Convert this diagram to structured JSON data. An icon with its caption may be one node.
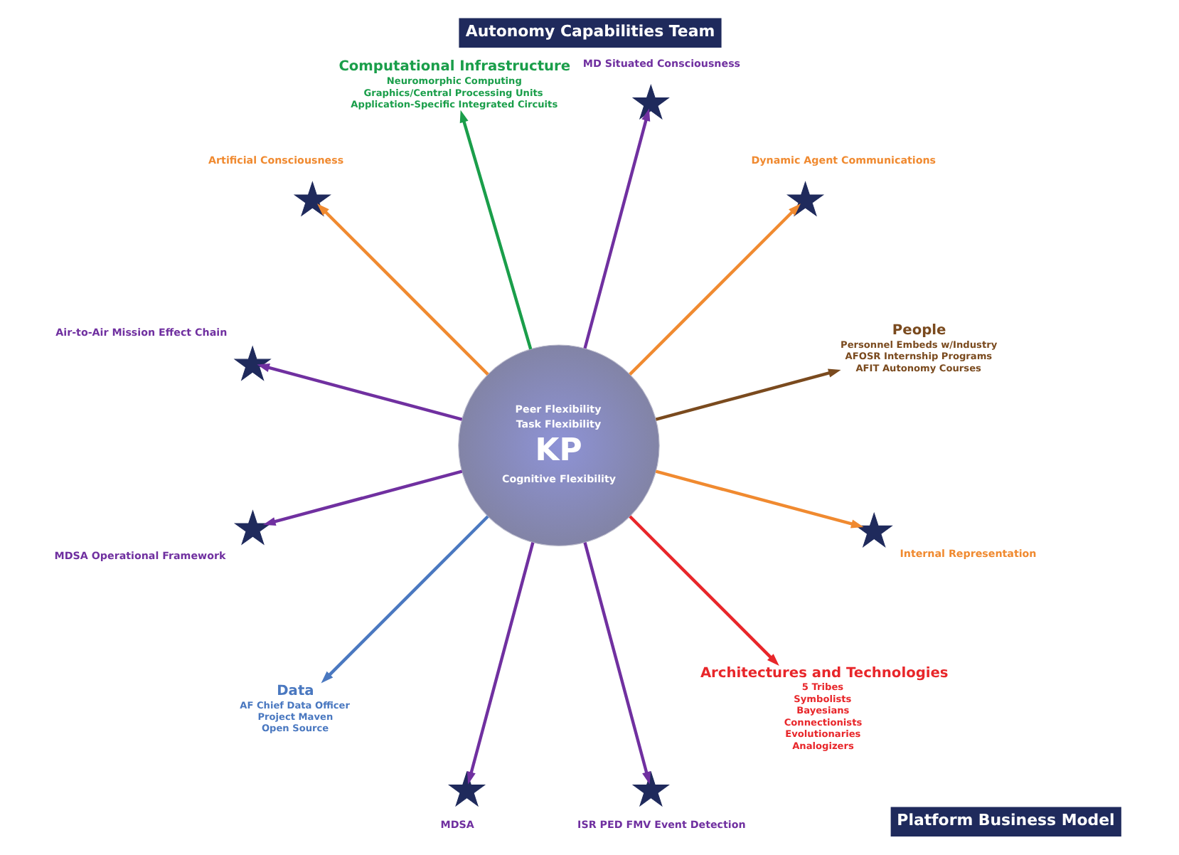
{
  "diagram": {
    "title": "Autonomy Capabilities Team",
    "caption": "Platform Business Model",
    "nodes": [
      {
        "text": [
          "Peer Flexibility",
          "Task Flexibility",
          "KP",
          "Cognitive Flexibility"
        ]
      },
      {
        "text": [
          "People",
          "Personnel Embeds w/Industry",
          "AFOSR Internship Programs",
          "AFIT Autonomy Courses"
        ]
      },
      {
        "text": [],
        "shape": "star",
        "beside": [
          "Dynamic Agent Communications"
        ]
      },
      {
        "text": [],
        "shape": "star",
        "beside": [
          "MD Situated Consciousness"
        ]
      },
      {
        "text": [
          "Computational Infrastructure",
          "Neuromorphic Computing",
          "Graphics/Central Processing Units",
          "Application-Specific Integrated Circuits"
        ]
      },
      {
        "text": [],
        "shape": "star",
        "beside": [
          "Artificial Consciousness"
        ]
      },
      {
        "text": [],
        "shape": "star",
        "beside": [
          "Air-to-Air Mission Effect Chain"
        ]
      },
      {
        "text": [],
        "shape": "star",
        "beside": [
          "MDSA Operational Framework"
        ]
      },
      {
        "text": [
          "Data",
          "AF Chief Data Officer",
          "Project Maven",
          "Open Source"
        ]
      },
      {
        "text": [],
        "shape": "star",
        "beside": [
          "MDSA"
        ]
      },
      {
        "text": [],
        "shape": "star",
        "beside": [
          "ISR PED FMV Event Detection"
        ]
      },
      {
        "text": [
          "Architectures and Technologies",
          "5 Tribes",
          "Symbolists",
          "Bayesians",
          "Connectionists",
          "Evolutionaries",
          "Analogizers"
        ]
      },
      {
        "text": [],
        "shape": "star",
        "beside": [
          "Internal Representation"
        ]
      }
    ],
    "edges": [
      {
        "from": 0,
        "to": 1,
        "arrow": "to",
        "color": "#7a4a1e"
      },
      {
        "from": 0,
        "to": 2,
        "arrow": "to",
        "color": "#f08a30"
      },
      {
        "from": 0,
        "to": 3,
        "arrow": "to",
        "color": "#7030a0"
      },
      {
        "from": 0,
        "to": 4,
        "arrow": "to",
        "color": "#1a9e4a"
      },
      {
        "from": 0,
        "to": 5,
        "arrow": "to",
        "color": "#f08a30"
      },
      {
        "from": 0,
        "to": 6,
        "arrow": "to",
        "color": "#7030a0"
      },
      {
        "from": 0,
        "to": 7,
        "arrow": "to",
        "color": "#7030a0"
      },
      {
        "from": 0,
        "to": 8,
        "arrow": "to",
        "color": "#4a78c0"
      },
      {
        "from": 0,
        "to": 9,
        "arrow": "to",
        "color": "#7030a0"
      },
      {
        "from": 0,
        "to": 10,
        "arrow": "to",
        "color": "#7030a0"
      },
      {
        "from": 0,
        "to": 11,
        "arrow": "to",
        "color": "#e8262a"
      },
      {
        "from": 0,
        "to": 12,
        "arrow": "to",
        "color": "#f08a30"
      }
    ]
  }
}
